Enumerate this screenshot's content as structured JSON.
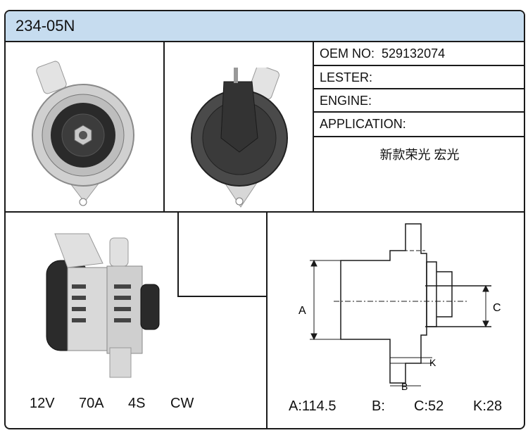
{
  "title": "234-05N",
  "specs": {
    "oem_no": {
      "label": "OEM NO:",
      "value": "529132074"
    },
    "lester": {
      "label": "LESTER:",
      "value": ""
    },
    "engine": {
      "label": "ENGINE:",
      "value": ""
    },
    "application": {
      "label": "APPLICATION:",
      "value": ""
    }
  },
  "note": "新款荣光  宏光",
  "electrical": {
    "voltage": "12V",
    "amperage": "70A",
    "pulley": "4S",
    "rotation": "CW"
  },
  "dimensions": {
    "a": "A:114.5",
    "b": "B:",
    "c": "C:52",
    "k": "K:28"
  },
  "diagram_labels": {
    "a": "A",
    "b": "B",
    "c": "C",
    "k": "K"
  },
  "colors": {
    "header_bg": "#c6dcef",
    "border": "#1a1a1a"
  }
}
